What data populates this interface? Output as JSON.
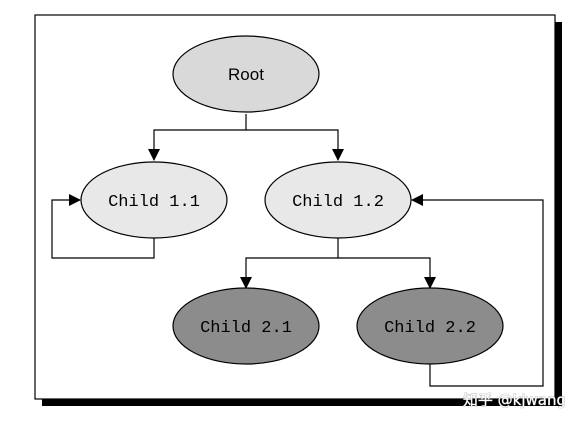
{
  "nodes": {
    "root": {
      "label": "Root"
    },
    "child_1_1": {
      "label": "Child 1.1"
    },
    "child_1_2": {
      "label": "Child 1.2"
    },
    "child_2_1": {
      "label": "Child 2.1"
    },
    "child_2_2": {
      "label": "Child 2.2"
    }
  },
  "colors": {
    "level_0_fill": "#d9d9d9",
    "level_1_fill": "#e8e8e8",
    "level_2_fill": "#8c8c8c",
    "stroke": "#000000"
  },
  "watermark": {
    "text": "知乎 @kjwang"
  }
}
